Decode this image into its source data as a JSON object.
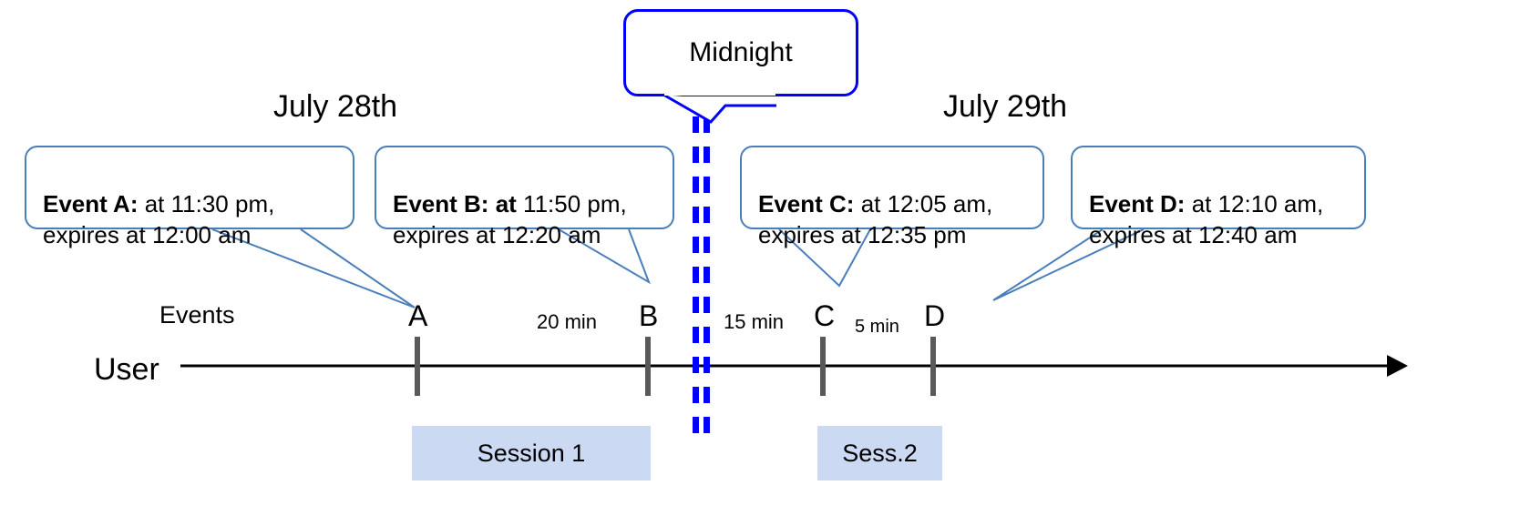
{
  "diagram": {
    "title": "Event expiry across midnight timeline",
    "colors": {
      "callout_border": "#4a7ebb",
      "midnight_blue": "#0000ff",
      "session_fill": "#ccd9f2",
      "tick": "#595959",
      "axis": "#000000"
    }
  },
  "midnight": {
    "label": "Midnight"
  },
  "dates": [
    {
      "id": "day-left",
      "label": "July 28th"
    },
    {
      "id": "day-right",
      "label": "July 29th"
    }
  ],
  "callouts": [
    {
      "id": "event-a",
      "title": "Event A:",
      "title_bold_extra": "",
      "body": " at 11:30 pm,\nexpires at 12:00 am"
    },
    {
      "id": "event-b",
      "title": "Event B:",
      "title_bold_extra": " at",
      "body": " 11:50 pm,\nexpires at 12:20 am"
    },
    {
      "id": "event-c",
      "title": "Event C:",
      "title_bold_extra": "",
      "body": " at 12:05 am,\nexpires at 12:35 pm"
    },
    {
      "id": "event-d",
      "title": "Event D:",
      "title_bold_extra": "",
      "body": "  at 12:10 am,\nexpires at 12:40 am"
    }
  ],
  "axis": {
    "events_row_label": "Events",
    "user_row_label": "User"
  },
  "event_markers": [
    {
      "id": "marker-a",
      "letter": "A"
    },
    {
      "id": "marker-b",
      "letter": "B"
    },
    {
      "id": "marker-c",
      "letter": "C"
    },
    {
      "id": "marker-d",
      "letter": "D"
    }
  ],
  "intervals": [
    {
      "id": "interval-ab",
      "label": "20 min"
    },
    {
      "id": "interval-bc",
      "label": "15 min"
    },
    {
      "id": "interval-cd",
      "label": "5 min"
    }
  ],
  "sessions": [
    {
      "id": "session-1",
      "label": "Session 1"
    },
    {
      "id": "session-2",
      "label": "Sess.2"
    }
  ]
}
